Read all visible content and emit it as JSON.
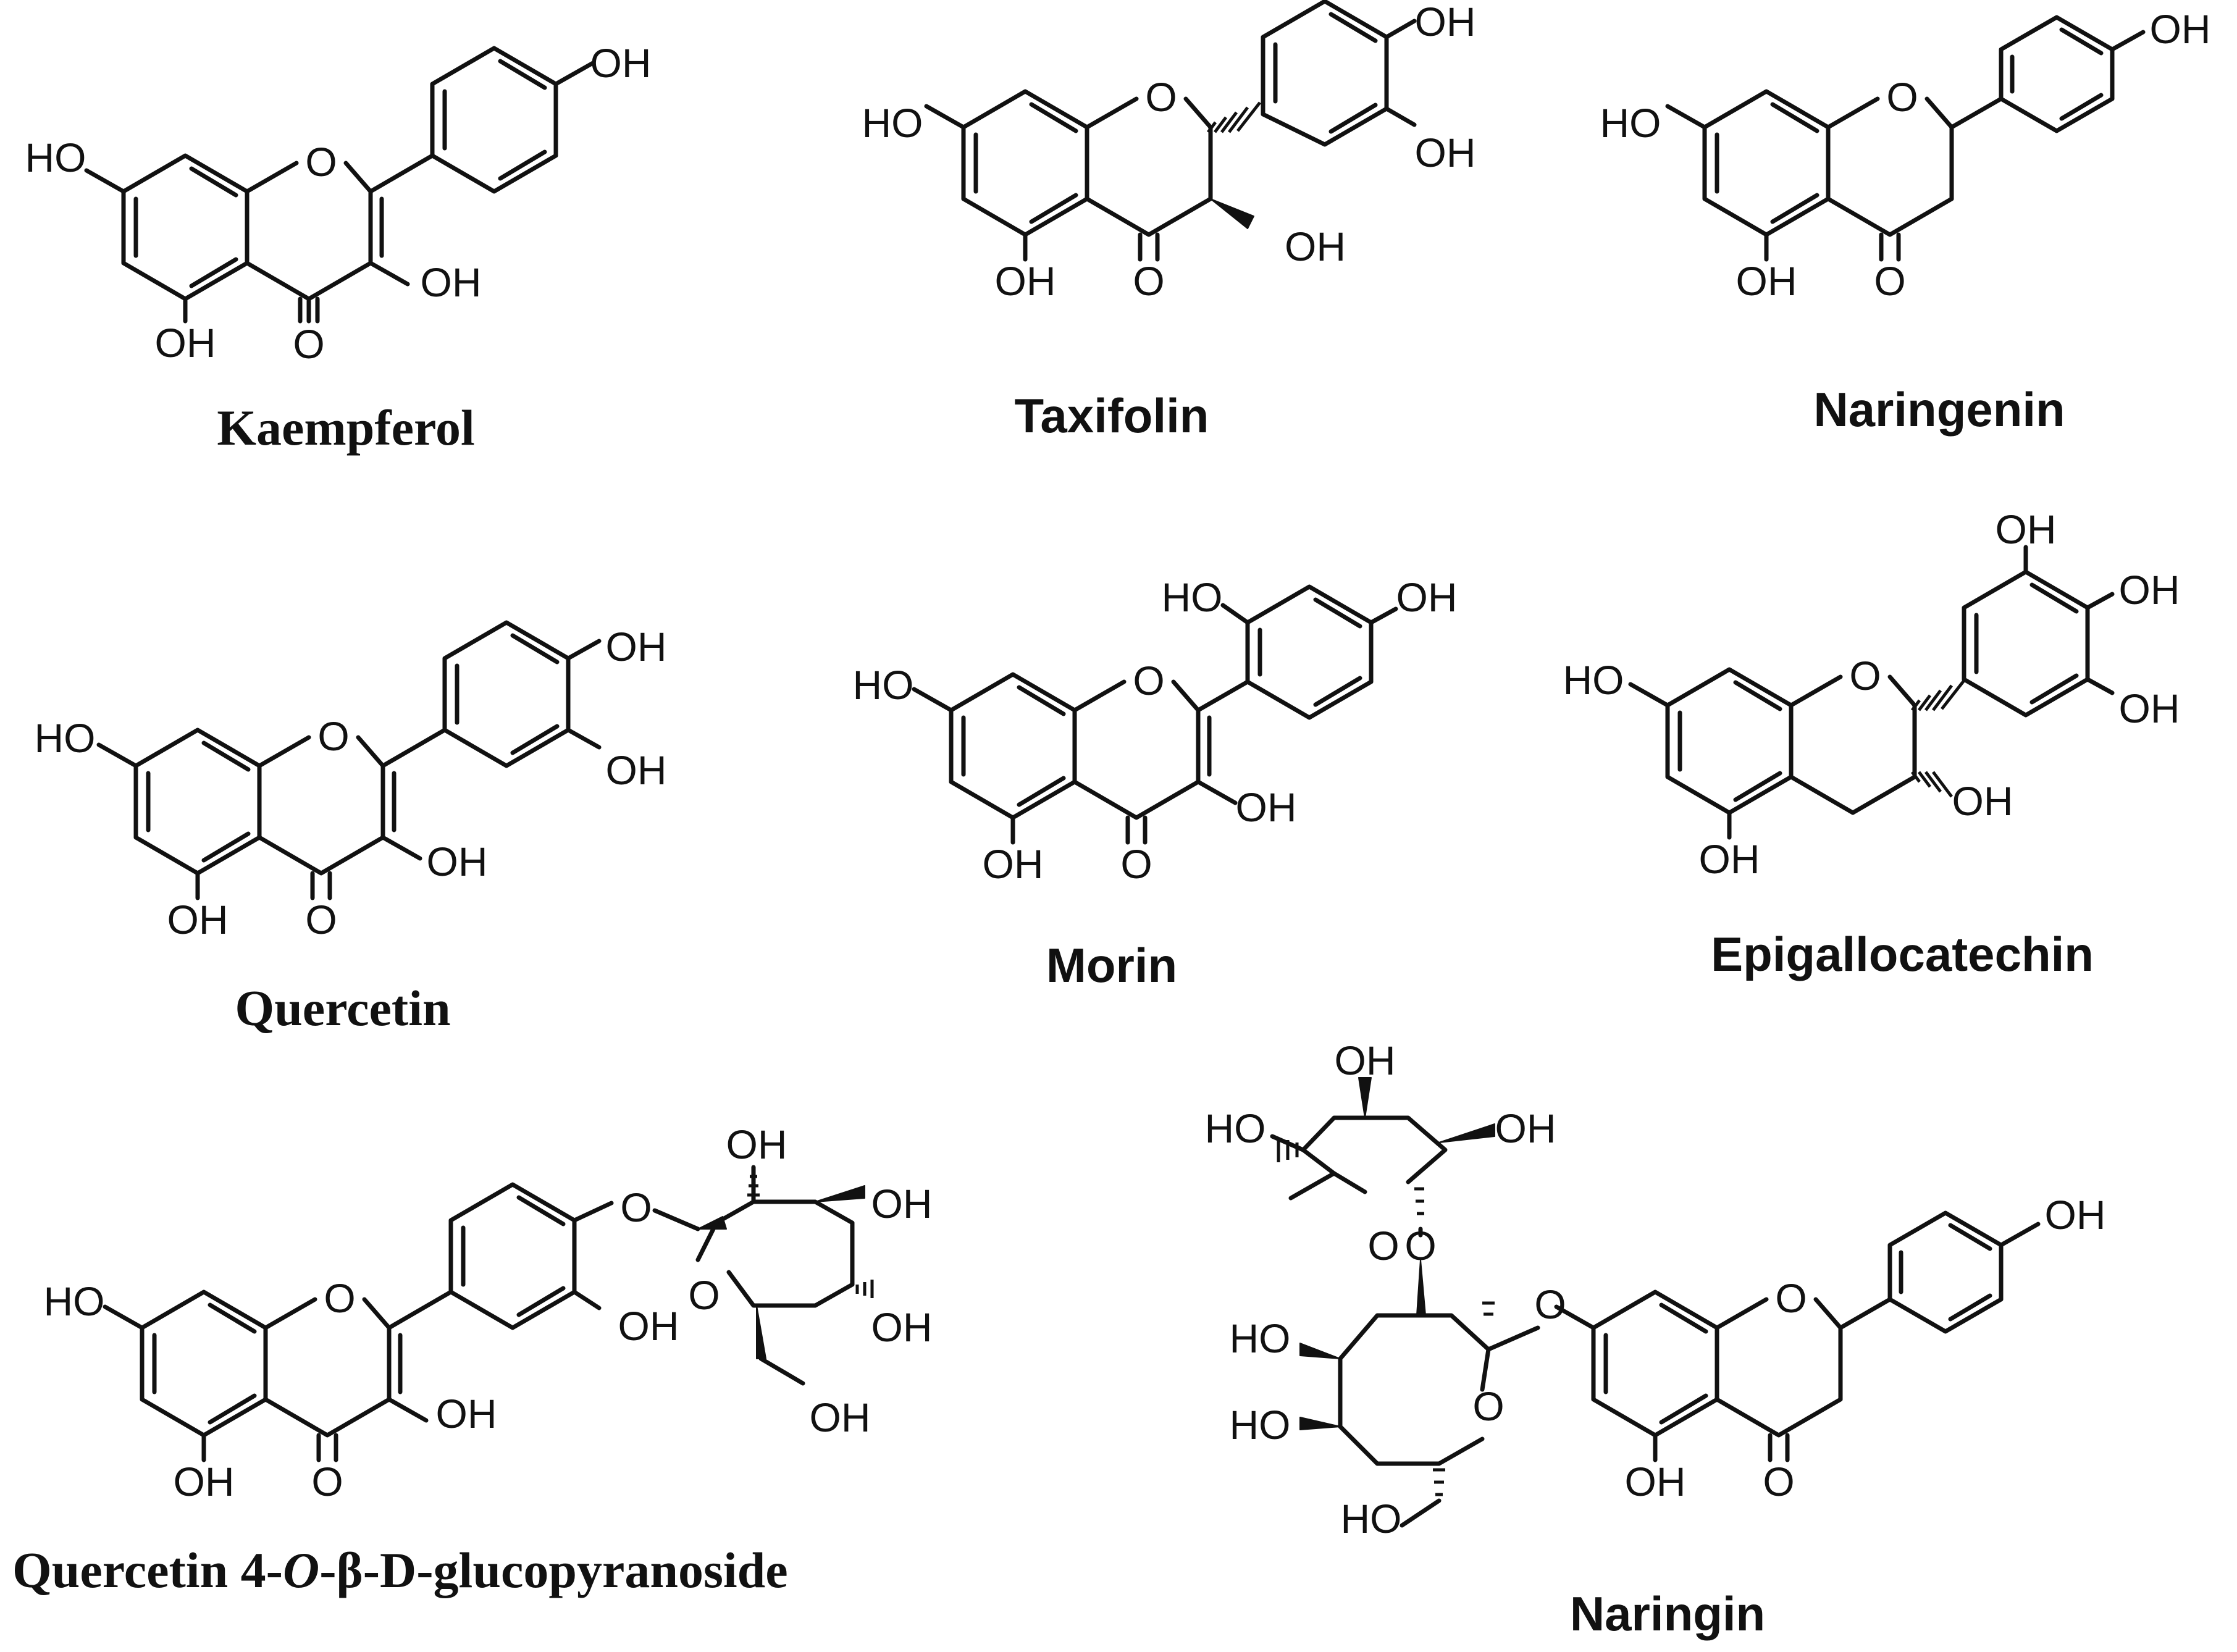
{
  "atoms": {
    "hydroxyl": "OH",
    "hydroxyl_left": "HO",
    "oxygen": "O"
  },
  "compounds": [
    {
      "name": "Kaempferol"
    },
    {
      "name": "Taxifolin"
    },
    {
      "name": "Naringenin"
    },
    {
      "name": "Quercetin"
    },
    {
      "name": "Morin"
    },
    {
      "name": "Epigallocatechin"
    },
    {
      "name": "Quercetin 4-",
      "name_italic": "O",
      "name_suffix": "-β-D-glucopyranoside"
    },
    {
      "name": "Naringin"
    }
  ]
}
